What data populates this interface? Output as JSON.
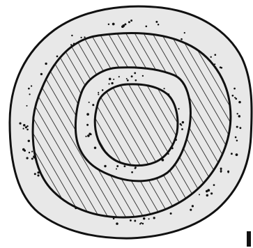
{
  "figure": {
    "colors": {
      "background": "#ffffff",
      "paper_fill": "#e8e8e8",
      "ink": "#111111"
    },
    "layers": [
      {
        "name": "outer-ring",
        "pattern": "stippled"
      },
      {
        "name": "middle-ring",
        "pattern": "diagonal-hatch"
      },
      {
        "name": "inner-ring",
        "pattern": "stippled"
      },
      {
        "name": "core",
        "pattern": "diagonal-hatch"
      }
    ]
  }
}
